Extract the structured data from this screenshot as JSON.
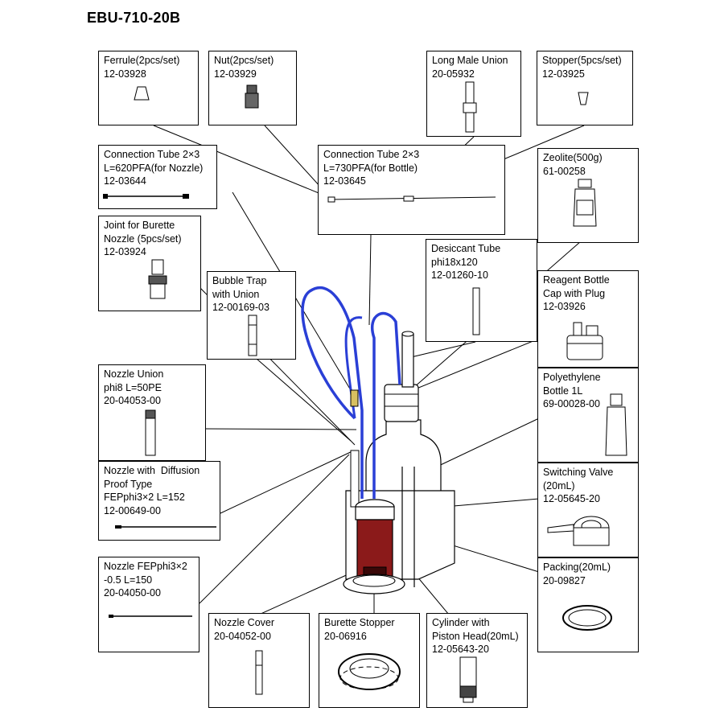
{
  "title": "EBU-710-20B",
  "parts": {
    "ferrule": [
      "Ferrule(2pcs/set)",
      "12-03928"
    ],
    "nut": [
      "Nut(2pcs/set)",
      "12-03929"
    ],
    "long_male_union": [
      "Long Male Union",
      "20-05932"
    ],
    "stopper": [
      "Stopper(5pcs/set)",
      "12-03925"
    ],
    "conn_tube_nozzle": [
      "Connection Tube 2×3",
      "L=620PFA(for Nozzle)",
      "12-03644"
    ],
    "conn_tube_bottle": [
      "Connection Tube 2×3",
      "L=730PFA(for Bottle)",
      "12-03645"
    ],
    "zeolite": [
      "Zeolite(500g)",
      "61-00258"
    ],
    "joint_burette": [
      "Joint for Burette",
      "Nozzle (5pcs/set)",
      "12-03924"
    ],
    "desiccant_tube": [
      "Desiccant Tube",
      "phi18x120",
      "12-01260-10"
    ],
    "bubble_trap": [
      "Bubble Trap",
      "with Union",
      "12-00169-03"
    ],
    "reagent_cap": [
      "Reagent Bottle",
      "Cap with Plug",
      "12-03926"
    ],
    "nozzle_union": [
      "Nozzle Union",
      "phi8 L=50PE",
      "20-04053-00"
    ],
    "pe_bottle": [
      "Polyethylene",
      "Bottle 1L",
      "69-00028-00"
    ],
    "nozzle_diffusion": [
      "Nozzle with  Diffusion",
      "Proof Type",
      "FEPphi3×2 L=152",
      "12-00649-00"
    ],
    "switching_valve": [
      "Switching Valve",
      "(20mL)",
      "12-05645-20"
    ],
    "packing": [
      "Packing(20mL)",
      "20-09827"
    ],
    "nozzle_fep": [
      "Nozzle FEPphi3×2",
      "-0.5 L=150",
      "20-04050-00"
    ],
    "nozzle_cover": [
      "Nozzle Cover",
      "20-04052-00"
    ],
    "burette_stopper": [
      "Burette Stopper",
      "20-06916"
    ],
    "cylinder_piston": [
      "Cylinder with",
      "Piston Head(20mL)",
      "12-05643-20"
    ]
  },
  "colors": {
    "tube_blue": "#2a3fd6",
    "cylinder_red": "#8b1a1a",
    "line": "#000000"
  },
  "icons": [
    "ferrule-icon",
    "nut-icon",
    "union-icon",
    "stopper-icon",
    "tube-icon",
    "bottle-icon",
    "joint-icon",
    "desiccant-icon",
    "bubble-trap-icon",
    "cap-icon",
    "nozzle-icon",
    "valve-icon",
    "packing-ring-icon",
    "nozzle-cover-icon",
    "burette-stopper-icon",
    "cylinder-icon"
  ]
}
